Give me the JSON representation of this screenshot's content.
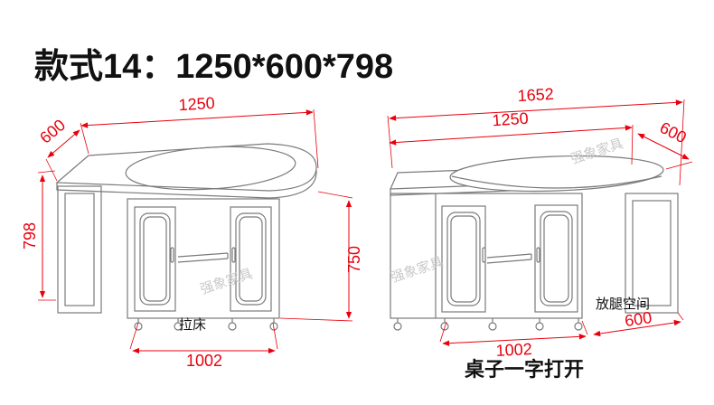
{
  "title": "款式14：1250*600*798",
  "watermark": "强象家具",
  "colors": {
    "dimension": "#e8000d",
    "line": "#7a7a7a",
    "watermark": "#c9c9c9",
    "text": "#111111"
  },
  "left_view": {
    "dims": {
      "top_width": "1250",
      "depth": "600",
      "height_total": "798",
      "height_table": "750",
      "cabinet_width": "1002"
    },
    "label_pull_bed": "拉床"
  },
  "right_view": {
    "dims": {
      "total_width": "1652",
      "top_width": "1250",
      "depth": "600",
      "cabinet_width": "1002",
      "leg_space_width": "600"
    },
    "label_leg_space": "放腿空间",
    "caption": "桌子一字打开"
  }
}
